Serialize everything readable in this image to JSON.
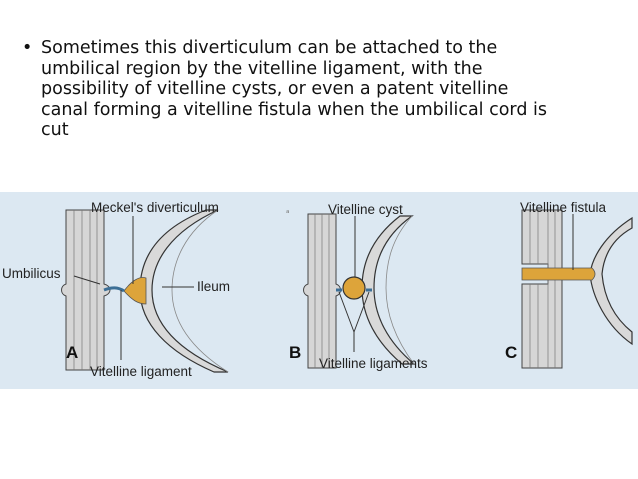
{
  "slide": {
    "bullet_symbol": "•",
    "bullet_text": "Sometimes  this diverticulum can be attached to the\numbilical region by the vitelline ligament, with the\npossibility of vitelline cysts, or even a patent vitelline\ncanal forming a vitelline fistula when the umbilical cord is\ncut"
  },
  "figure": {
    "panel_a": {
      "letter": "A",
      "label_top": "Meckel's diverticulum",
      "label_left": "Umbilicus",
      "label_right": "Ileum",
      "label_bottom": "Vitelline ligament"
    },
    "panel_b": {
      "letter": "B",
      "label_top": "Vitelline cyst",
      "label_bottom": "Vitelline ligaments"
    },
    "panel_c": {
      "letter": "C",
      "label_top": "Vitelline fistula"
    },
    "colors": {
      "background": "#dce8f2",
      "structure_fill": "#d6d6d6",
      "yolk_orange": "#dda43a",
      "ligament_blue": "#3c6f96",
      "outline": "#333333"
    }
  }
}
